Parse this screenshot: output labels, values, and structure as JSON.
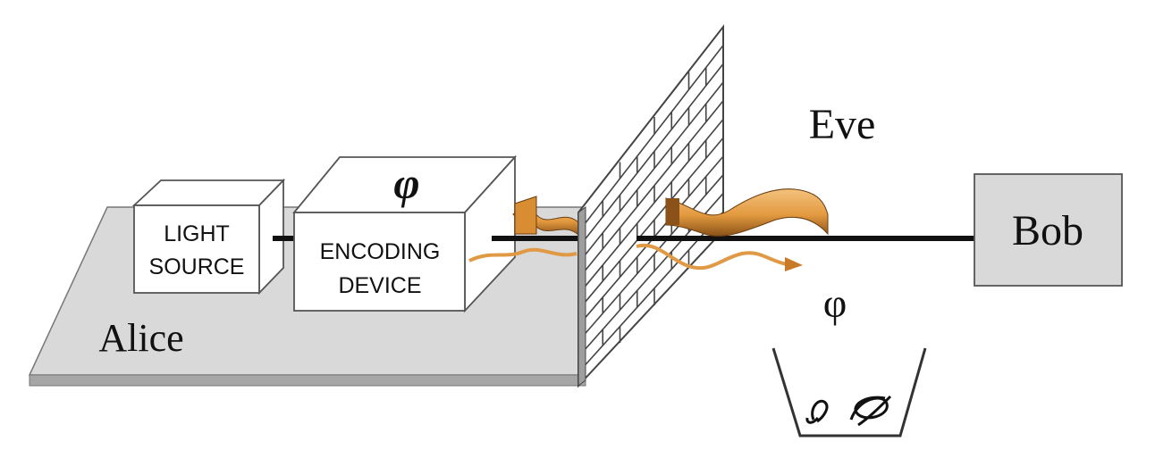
{
  "labels": {
    "alice": "Alice",
    "eve": "Eve",
    "bob": "Bob",
    "light_source_line1": "LIGHT",
    "light_source_line2": "SOURCE",
    "encoding_line1": "ENCODING",
    "encoding_line2": "DEVICE",
    "phi_encoding": "φ",
    "phi_eve": "φ"
  },
  "colors": {
    "platform": "#d9d9d9",
    "platform_edge": "#9a9a9a",
    "box_face": "#ffffff",
    "bob_box": "#d9d9d9",
    "wall_face": "#ffffff",
    "wall_side": "#9e9e9e",
    "fiber": "#111111",
    "signal_orange": "#e9a44a",
    "signal_dark": "#7a4a14"
  },
  "icons": {
    "wall": "brick-wall-icon",
    "bin": "waste-bin-icon"
  }
}
